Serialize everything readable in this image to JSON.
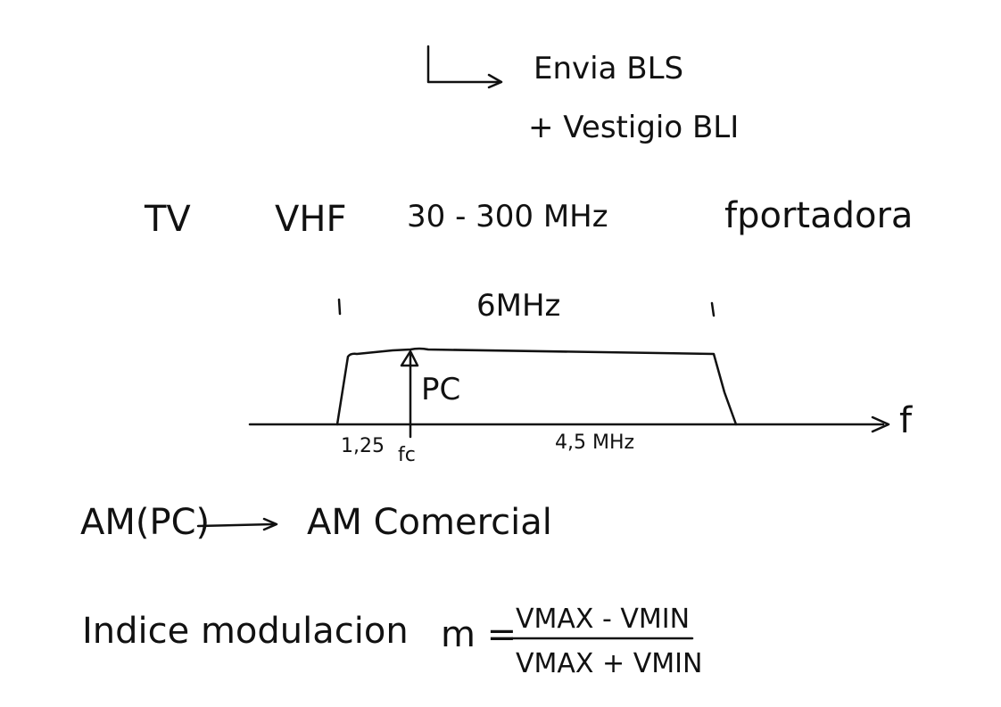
{
  "top_note": {
    "line1": "Envia BLS",
    "line2": "+ Vestigio BLI"
  },
  "tv_line": {
    "label": "TV",
    "band": "VHF",
    "range": "30 - 300 MHz",
    "carrier": "fportadora"
  },
  "spectrum_diagram": {
    "bandwidth_label": "6MHz",
    "carrier_power_label": "PC",
    "vestigial_label": "1,25",
    "carrier_freq_label": "fc",
    "upper_band_label": "4,5 MHz",
    "axis_label": "f"
  },
  "am_line": {
    "left": "AM(PC)",
    "right": "AM Comercial"
  },
  "modulation_index": {
    "label": "Indice modulacion",
    "symbol": "m =",
    "numerator": "VMAX - VMIN",
    "denominator": "VMAX + VMIN"
  }
}
